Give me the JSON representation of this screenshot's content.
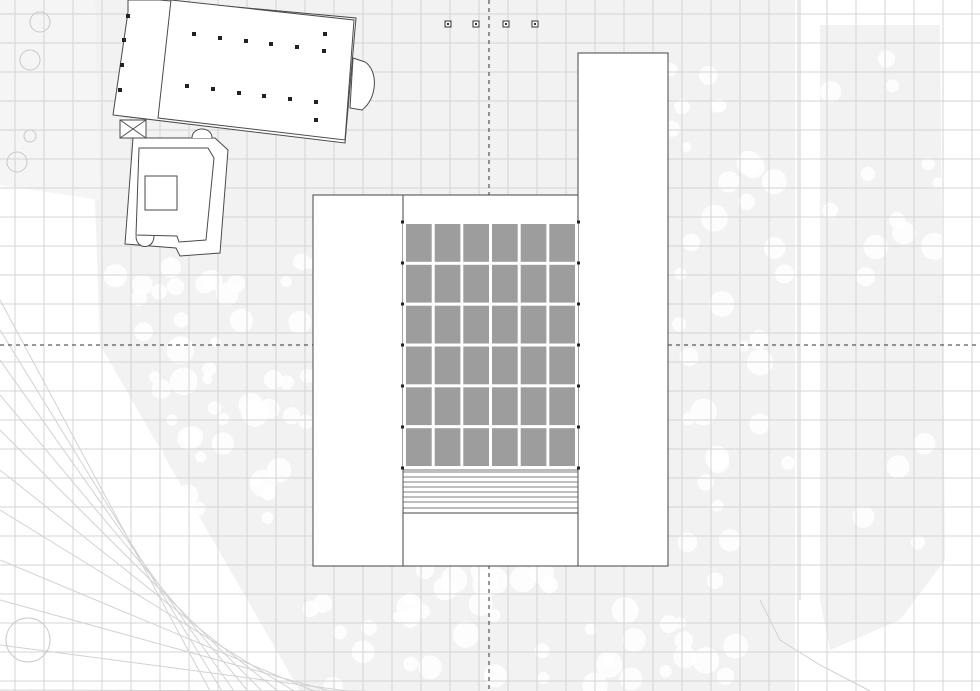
{
  "drawing": {
    "type": "site-plan",
    "colors": {
      "background": "#ffffff",
      "site_fill": "#f2f2f2",
      "grid": "#d4d4d4",
      "courtyard": "#9e9d9e",
      "outline": "#444444"
    },
    "courtyard_grid": {
      "columns": 6,
      "rows": 6
    },
    "stair_steps": 7
  }
}
